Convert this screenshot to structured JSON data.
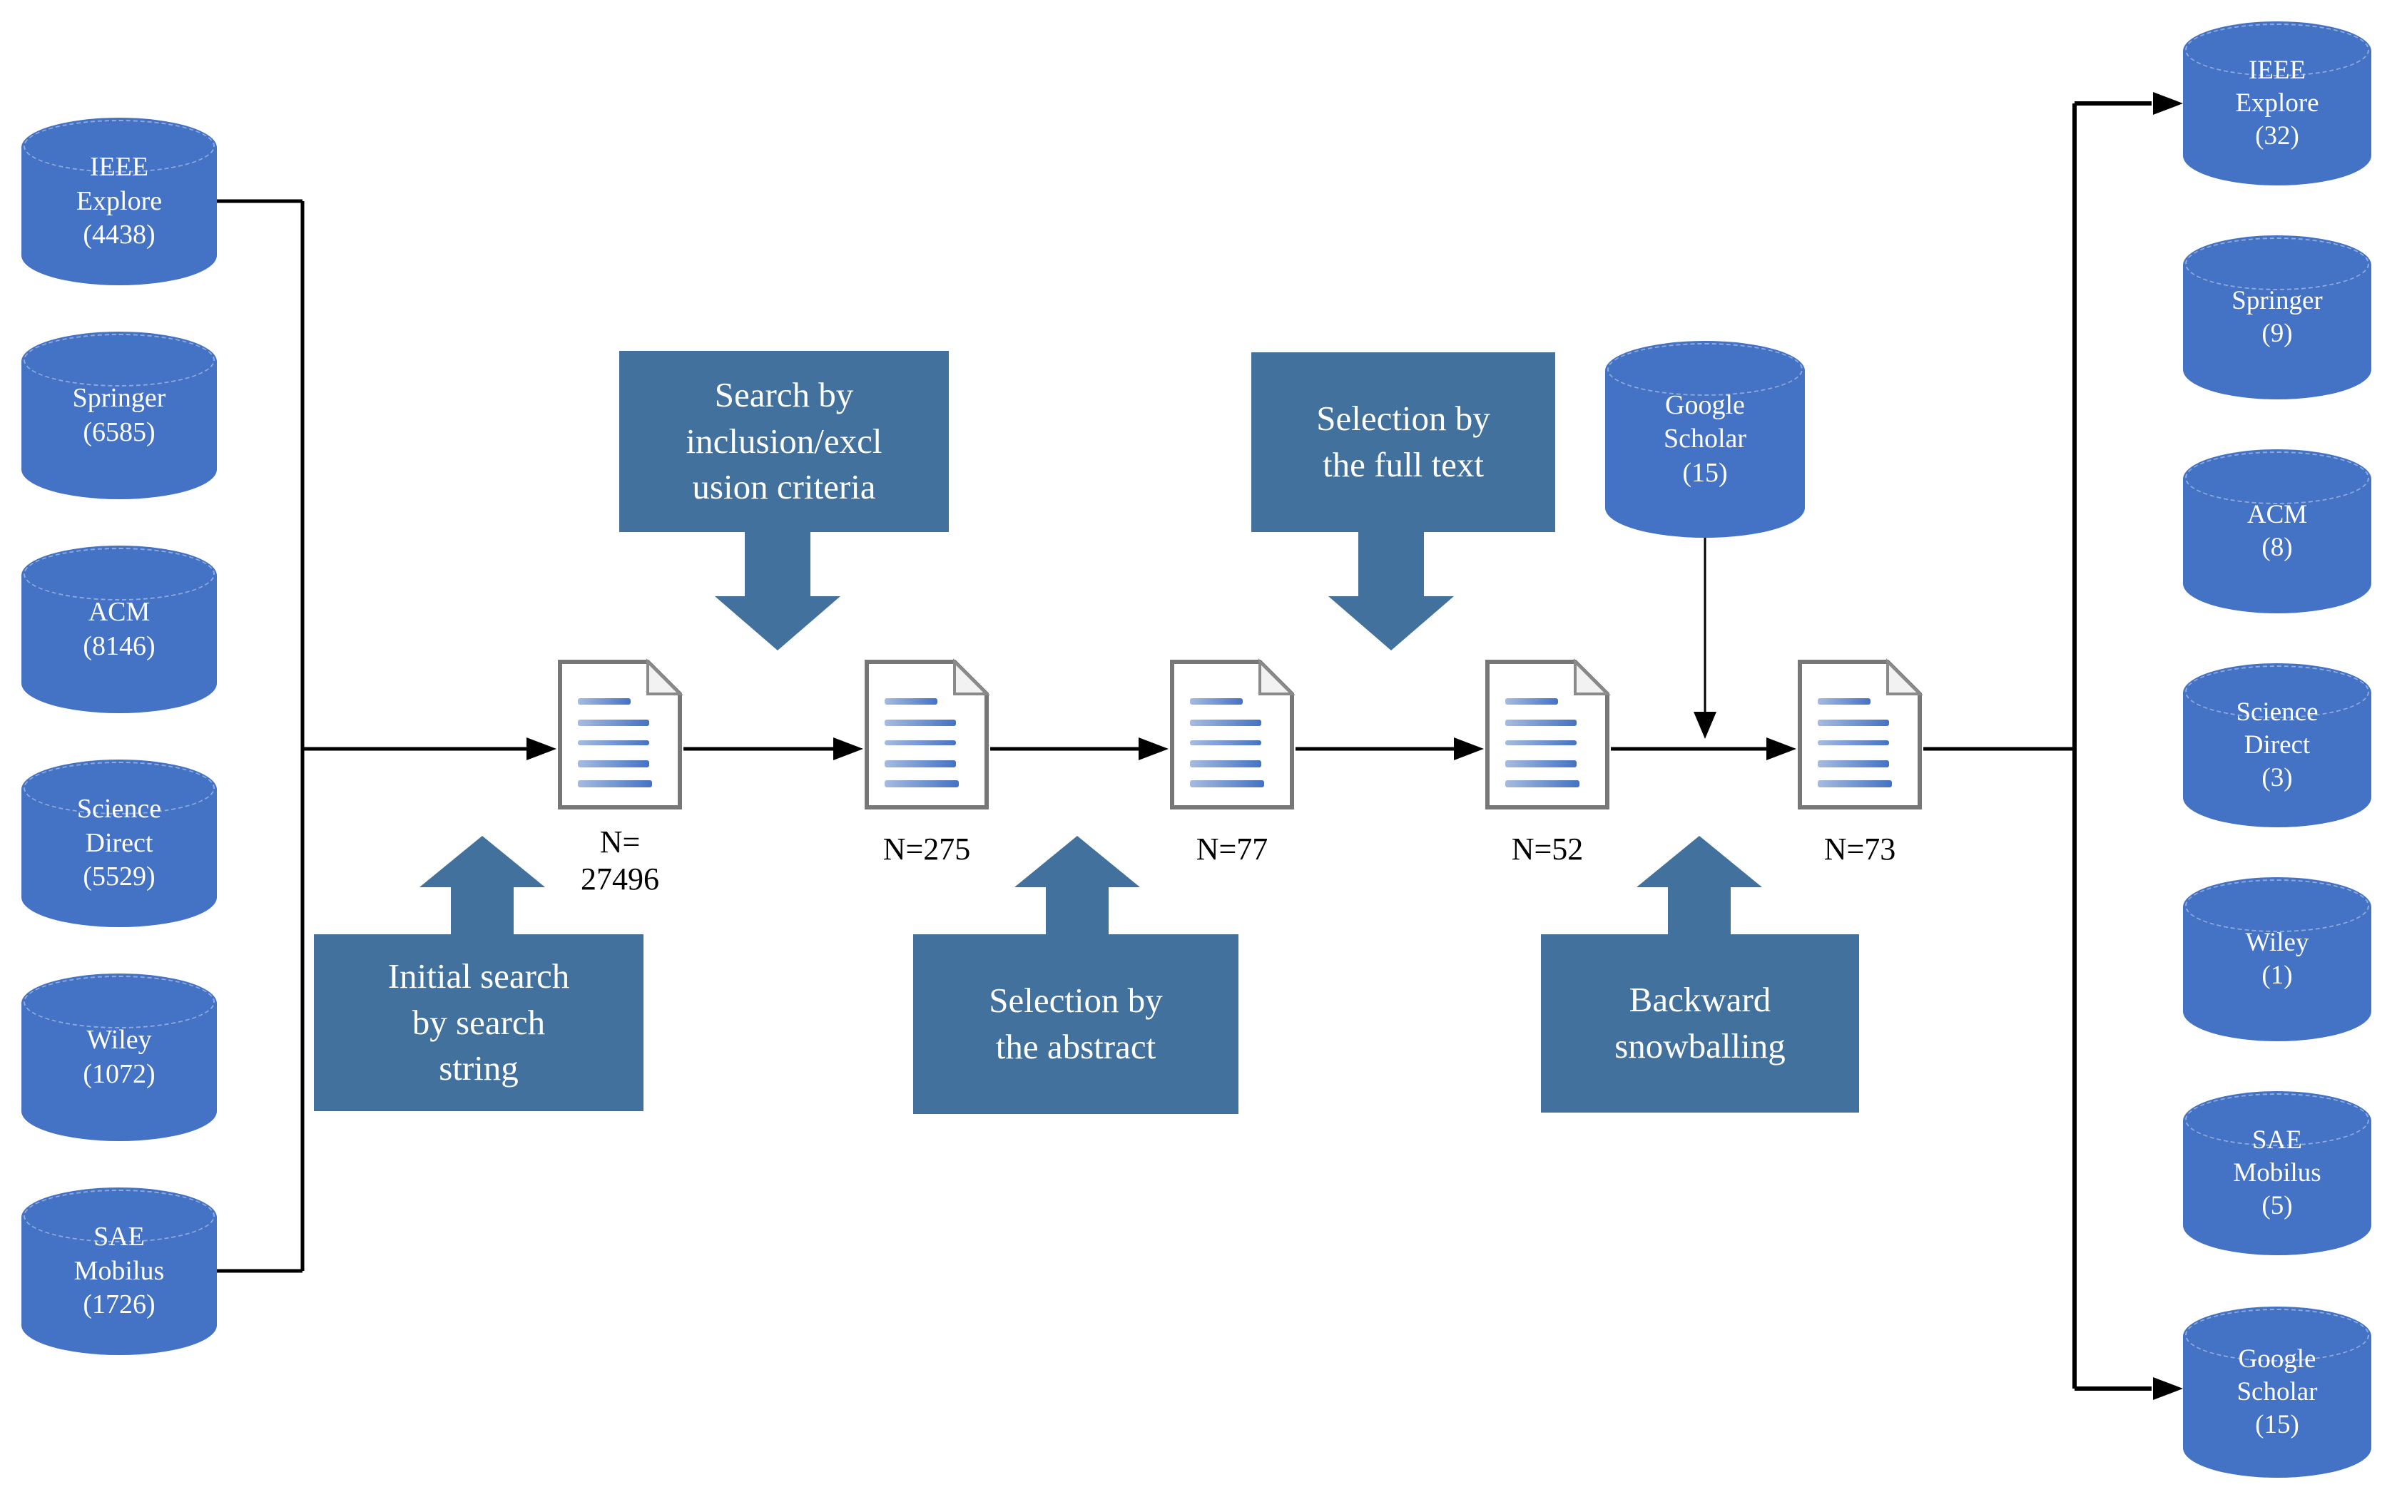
{
  "colors": {
    "database_cylinder": "#4472C4",
    "process_box": "#41719C",
    "flow_line": "#000000",
    "document_line_start": "#A6BBE0",
    "document_line_end": "#4472C4"
  },
  "sources": [
    {
      "label": "IEEE\nExplore\n(4438)"
    },
    {
      "label": "Springer\n(6585)"
    },
    {
      "label": "ACM\n(8146)"
    },
    {
      "label": "Science\nDirect\n(5529)"
    },
    {
      "label": "Wiley\n(1072)"
    },
    {
      "label": "SAE\nMobilus\n(1726)"
    }
  ],
  "google_scholar_source": {
    "label": "Google\nScholar\n(15)"
  },
  "documents": [
    {
      "label": "N=\n27496"
    },
    {
      "label": "N=275"
    },
    {
      "label": "N=77"
    },
    {
      "label": "N=52"
    },
    {
      "label": "N=73"
    }
  ],
  "steps": {
    "search_by_criteria": {
      "label": "Search by\ninclusion/excl\nusion criteria"
    },
    "selection_full_text": {
      "label": "Selection by\nthe full text"
    },
    "initial_search": {
      "label": "Initial search\nby search\nstring"
    },
    "selection_abstract": {
      "label": "Selection by\nthe abstract"
    },
    "backward_snowballing": {
      "label": "Backward\nsnowballing"
    }
  },
  "results": [
    {
      "label": "IEEE\nExplore\n(32)"
    },
    {
      "label": "Springer\n(9)"
    },
    {
      "label": "ACM\n(8)"
    },
    {
      "label": "Science\nDirect\n(3)"
    },
    {
      "label": "Wiley\n(1)"
    },
    {
      "label": "SAE\nMobilus\n(5)"
    },
    {
      "label": "Google\nScholar\n(15)"
    }
  ]
}
